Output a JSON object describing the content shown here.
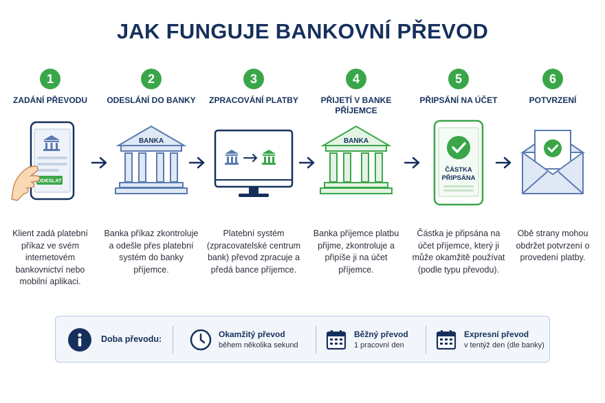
{
  "title": "JAK FUNGUJE BANKOVNÍ PŘEVOD",
  "steps": [
    {
      "number": "1",
      "label": "ZADÁNÍ PŘEVODU",
      "desc": "Klient zadá platební příkaz ve svém internetovém bankovnictví nebo mobilní aplikaci.",
      "button": "ODESLAT"
    },
    {
      "number": "2",
      "label": "ODESLÁNÍ DO BANKY",
      "desc": "Banka příkaz zkontroluje a odešle přes platební systém do banky příjemce.",
      "bank": "BANKA"
    },
    {
      "number": "3",
      "label": "ZPRACOVÁNÍ PLATBY",
      "desc": "Platební systém (zpracovatelské centrum bank) převod zpracuje a předá bance příjemce."
    },
    {
      "number": "4",
      "label": "PŘIJETÍ V BANKE PŘÍJEMCE",
      "desc": "Banka příjemce platbu přijme, zkontroluje a připíše ji na účet příjemce.",
      "bank": "BANKA"
    },
    {
      "number": "5",
      "label": "PŘIPSÁNÍ NA ÚČET",
      "desc": "Částka je připsána na účet příjemce, který ji může okamžitě používat (podle typu převodu).",
      "screen_line1": "ČÁSTKA",
      "screen_line2": "PŘIPSÁNA"
    },
    {
      "number": "6",
      "label": "POTVRZENÍ",
      "desc": "Obě strany mohou obdržet potvrzení o provedení platby."
    }
  ],
  "info": {
    "label": "Doba převodu:",
    "options": [
      {
        "title": "Okamžitý převod",
        "sub": "během několika sekund",
        "icon": "clock-icon"
      },
      {
        "title": "Běžný převod",
        "sub": "1 pracovní den",
        "icon": "calendar-icon"
      },
      {
        "title": "Expresní převod",
        "sub": "v tentýž den (dle banky)",
        "icon": "calendar-icon"
      }
    ]
  },
  "colors": {
    "navy": "#16305d",
    "green": "#3aa64a",
    "blue_icon": "#5a7ab0",
    "light_blue": "#dfe8f5",
    "light_green": "#e4f4e4"
  }
}
